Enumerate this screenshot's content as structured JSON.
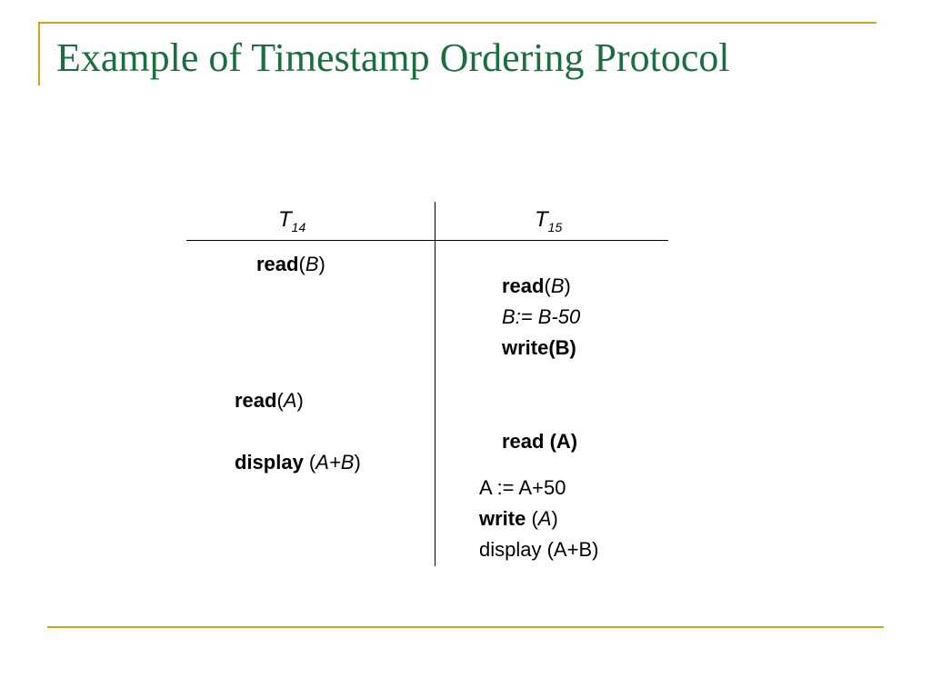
{
  "slide": {
    "title": "Example of Timestamp Ordering Protocol"
  },
  "schedule": {
    "t14": {
      "name": "T",
      "sub": "14"
    },
    "t15": {
      "name": "T",
      "sub": "15"
    },
    "t14_ops": [
      {
        "op": "read",
        "arg": "B"
      },
      {
        "op": "read",
        "arg": "A"
      },
      {
        "op": "display",
        "arg": "A+B"
      }
    ],
    "t15_ops": {
      "read_b_op": "read",
      "read_b_arg": "B",
      "assign_b_var": "B",
      "assign_b_rest": ":= B-50",
      "write_b": "write(B)",
      "read_a": "read (A)",
      "assign_a": "A := A+50",
      "write_a_op": "write",
      "write_a_arg": "A",
      "display": "display (A+B)"
    }
  },
  "colors": {
    "title": "#1b6e3e",
    "accent": "#d6a21e"
  }
}
